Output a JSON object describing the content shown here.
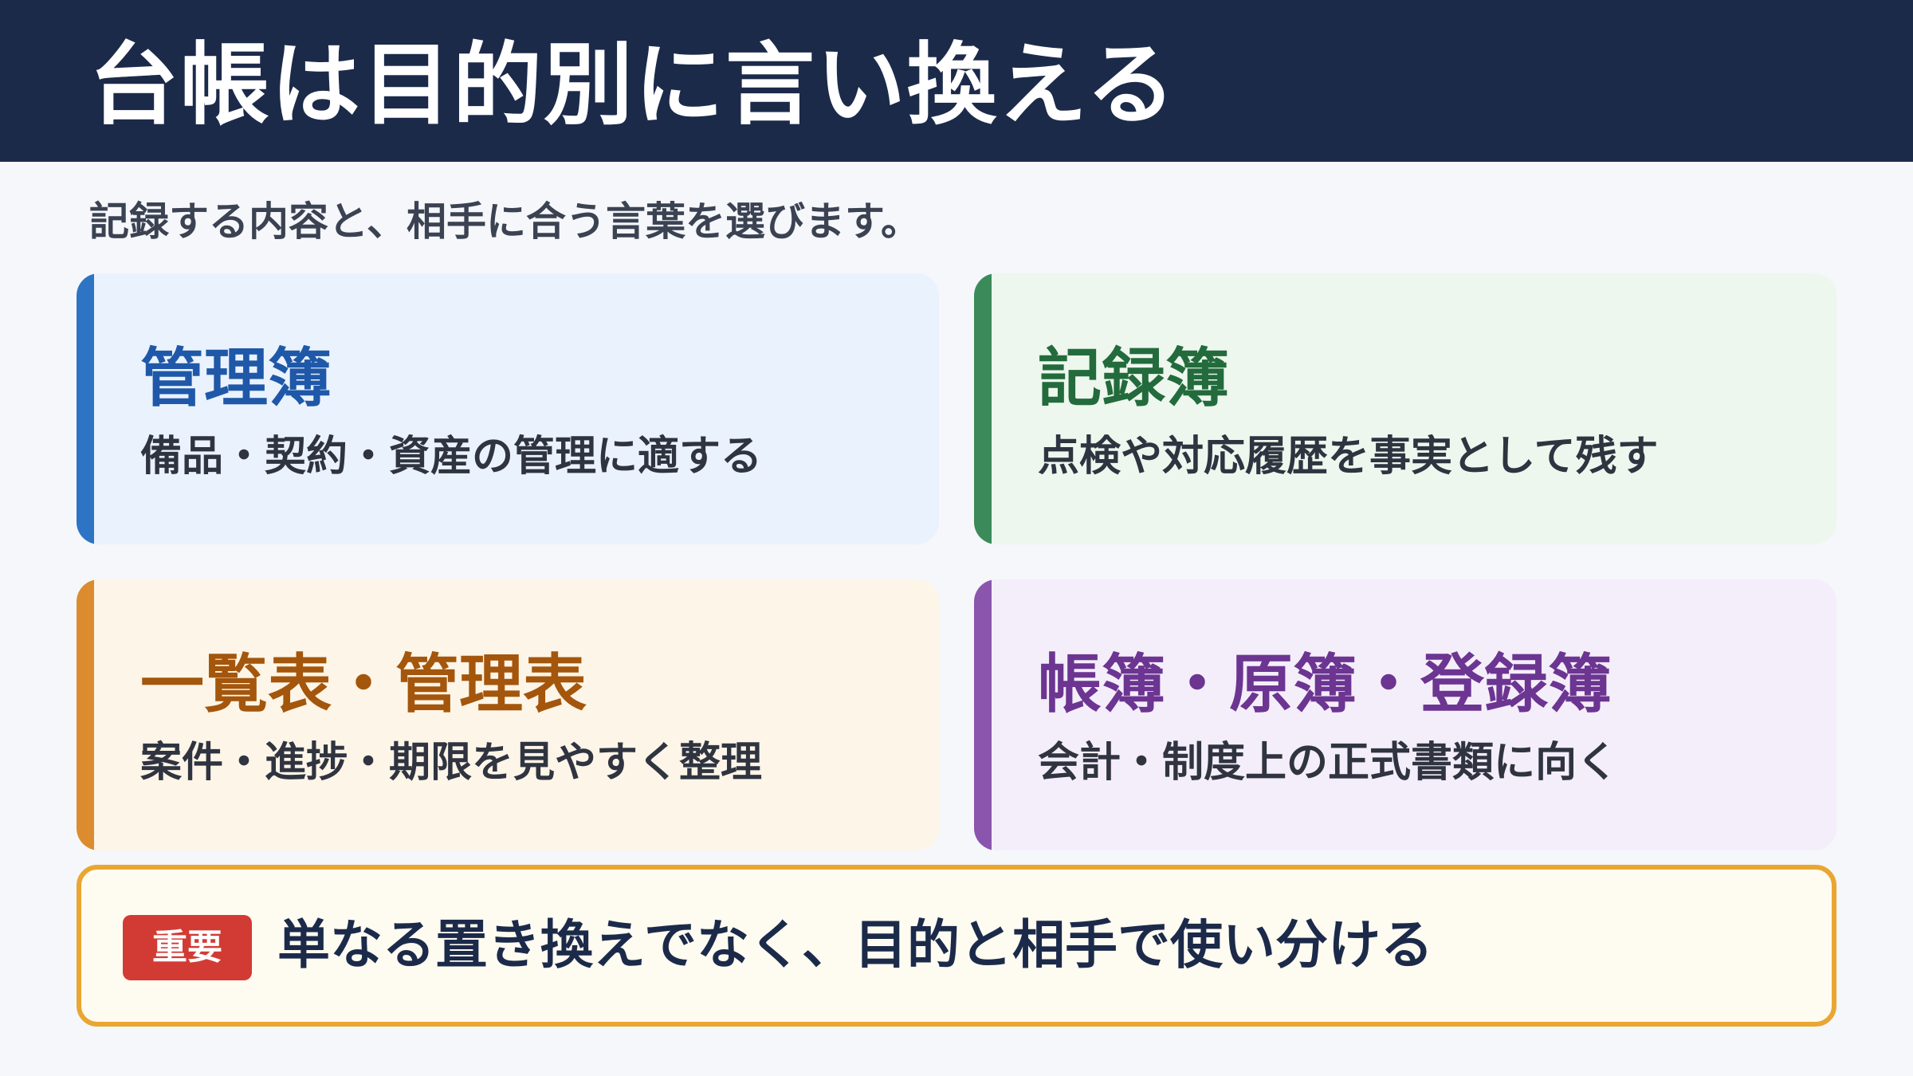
{
  "header": {
    "title": "台帳は目的別に言い換える",
    "background_color": "#1c2a4a"
  },
  "subtitle": "記録する内容と、相手に合う言葉を選びます。",
  "cards": [
    {
      "name": "管理簿",
      "description": "備品・契約・資産の管理に適する",
      "accent_color": "#2d74c4",
      "background_color": "#eaf2fd"
    },
    {
      "name": "記録簿",
      "description": "点検や対応履歴を事実として残す",
      "accent_color": "#3b8a5a",
      "background_color": "#edf7ee"
    },
    {
      "name": "一覧表・管理表",
      "description": "案件・進捗・期限を見やすく整理",
      "accent_color": "#dc8c2e",
      "background_color": "#fdf5e7"
    },
    {
      "name": "帳簿・原簿・登録簿",
      "description": "会計・制度上の正式書類に向く",
      "accent_color": "#8a55ad",
      "background_color": "#f4eefa"
    }
  ],
  "callout": {
    "badge": "重要",
    "text": "単なる置き換えでなく、目的と相手で使い分ける",
    "border_color": "#e9a631",
    "badge_color": "#d23b34"
  }
}
